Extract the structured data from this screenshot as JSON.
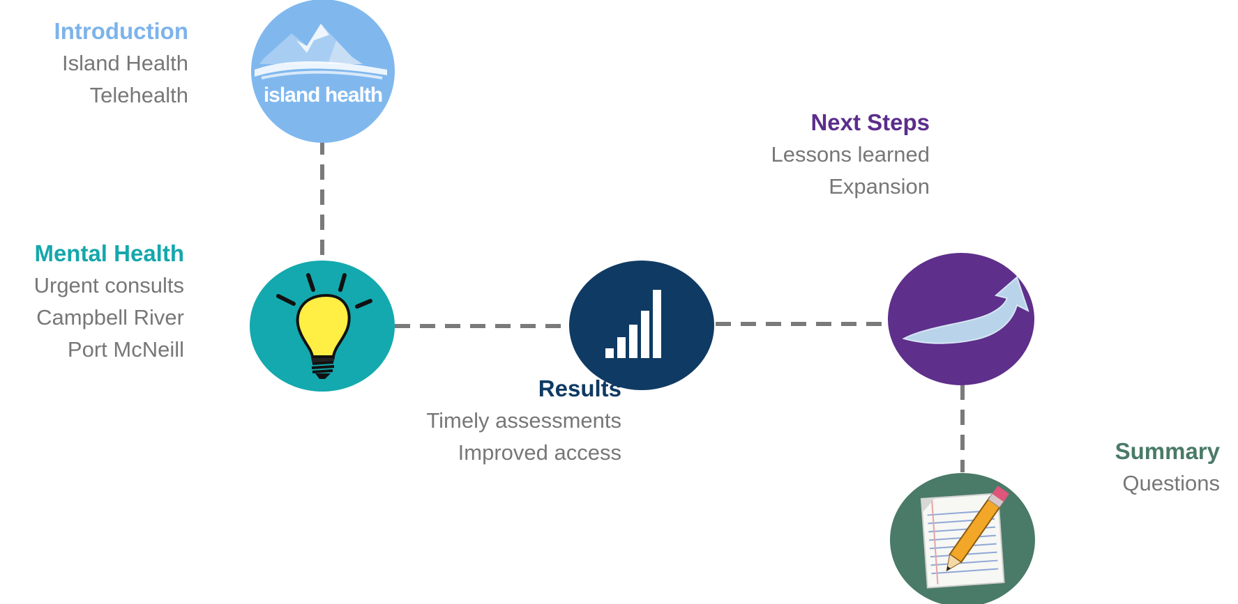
{
  "stages": {
    "introduction": {
      "title": "Introduction",
      "lines": [
        "Island Health",
        "Telehealth"
      ],
      "icon": "island-health-logo",
      "logo_text": "island health",
      "color": "#7db3eb"
    },
    "mental_health": {
      "title": "Mental Health",
      "lines": [
        "Urgent consults",
        "Campbell River",
        "Port McNeill"
      ],
      "icon": "lightbulb-icon",
      "color": "#14a7ac"
    },
    "results": {
      "title": "Results",
      "lines": [
        "Timely assessments",
        "Improved access"
      ],
      "icon": "bar-signal-icon",
      "color": "#0f3a63"
    },
    "next_steps": {
      "title": "Next Steps",
      "lines": [
        "Lessons learned",
        "Expansion"
      ],
      "icon": "curved-arrow-icon",
      "color": "#5b2d8c"
    },
    "summary": {
      "title": "Summary",
      "lines": [
        "Questions"
      ],
      "icon": "notepad-pencil-icon",
      "color": "#4a7a68"
    }
  },
  "text_color": "#777777",
  "connector_color": "#7a7a7a"
}
